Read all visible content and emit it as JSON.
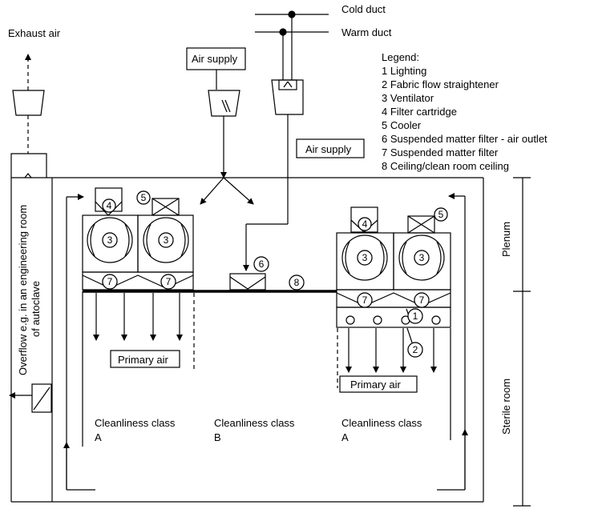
{
  "labels": {
    "cold_duct": "Cold duct",
    "warm_duct": "Warm duct",
    "exhaust_air": "Exhaust air",
    "air_supply_top": "Air supply",
    "air_supply_mid": "Air supply",
    "primary_air_left": "Primary air",
    "primary_air_right": "Primary air",
    "overflow_line1": "Overflow e.g. in an engineering room",
    "overflow_line2": "of autoclave",
    "plenum": "Plenum",
    "sterile_room": "Sterile room"
  },
  "legend": {
    "title": "Legend:",
    "items": [
      "1 Lighting",
      "2 Fabric flow straightener",
      "3 Ventilator",
      "4 Filter cartridge",
      "5 Cooler",
      "6 Suspended matter filter - air outlet",
      "7 Suspended matter filter",
      "8 Ceiling/clean room ceiling"
    ]
  },
  "zones": [
    {
      "line1": "Cleanliness class",
      "line2": "A"
    },
    {
      "line1": "Cleanliness class",
      "line2": "B"
    },
    {
      "line1": "Cleanliness class",
      "line2": "A"
    }
  ],
  "markers": {
    "n1": "1",
    "n2": "2",
    "n3": "3",
    "n4": "4",
    "n5": "5",
    "n6": "6",
    "n7": "7",
    "n8": "8"
  }
}
